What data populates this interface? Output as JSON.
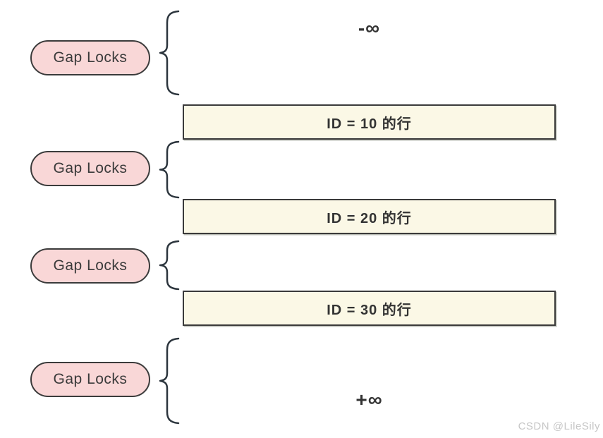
{
  "diagram": {
    "description_topic": "Gap Locks",
    "pills": [
      {
        "label": "Gap Locks"
      },
      {
        "label": "Gap Locks"
      },
      {
        "label": "Gap Locks"
      },
      {
        "label": "Gap Locks"
      }
    ],
    "row_boxes": [
      {
        "label": "ID = 10 的行"
      },
      {
        "label": "ID = 20 的行"
      },
      {
        "label": "ID = 30 的行"
      }
    ],
    "endpoints": {
      "negative_infinity": "-∞",
      "positive_infinity": "+∞"
    },
    "colors": {
      "pill_fill": "#f9d7d7",
      "pill_border": "#3b3b3b",
      "box_fill": "#fbf8e6",
      "box_border": "#3a3a3a",
      "brace_stroke": "#2c353d",
      "text": "#333333",
      "watermark_text": "#c6c6c6",
      "background": "#ffffff"
    }
  },
  "watermark": "CSDN @LileSily"
}
